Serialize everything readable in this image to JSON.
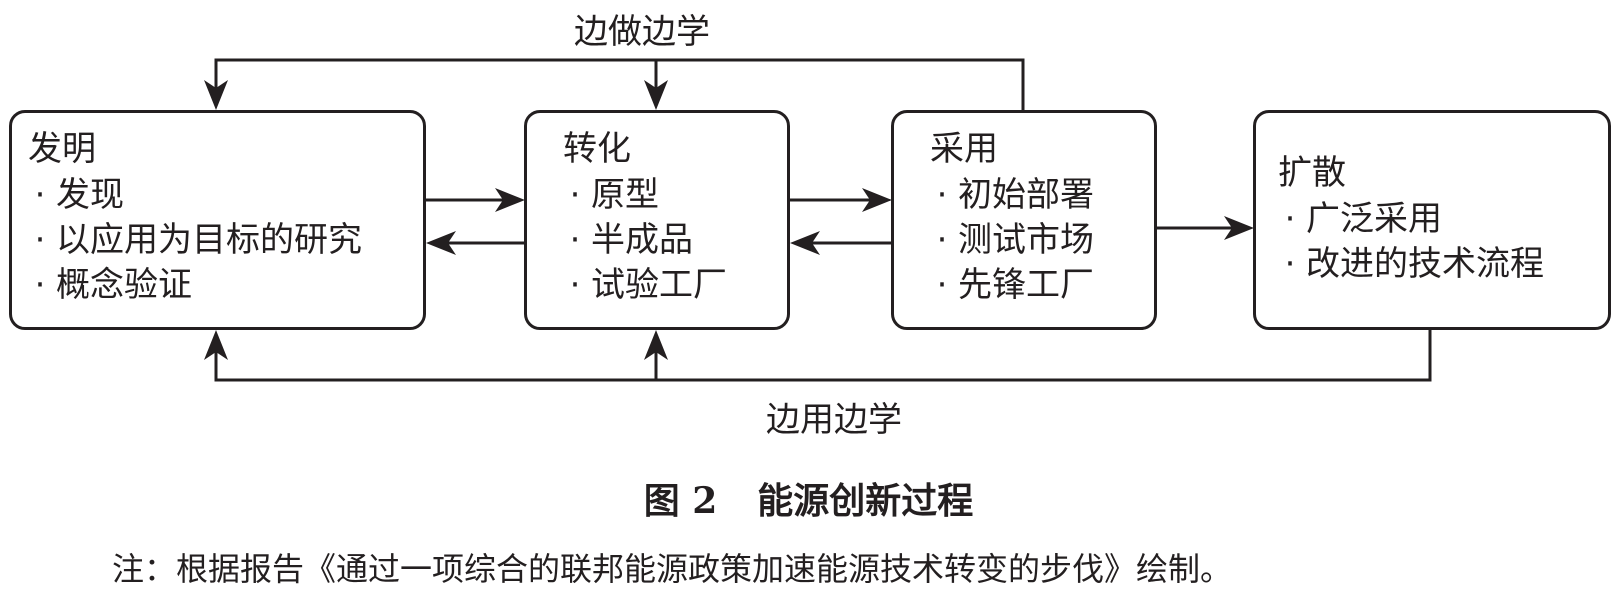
{
  "feedback": {
    "top_label": "边做边学",
    "bottom_label": "边用边学"
  },
  "boxes": [
    {
      "title": "发明",
      "items": [
        "发现",
        "以应用为目标的研究",
        "概念验证"
      ]
    },
    {
      "title": "转化",
      "items": [
        "原型",
        "半成品",
        "试验工厂"
      ]
    },
    {
      "title": "采用",
      "items": [
        "初始部署",
        "测试市场",
        "先锋工厂"
      ]
    },
    {
      "title": "扩散",
      "items": [
        "广泛采用",
        "改进的技术流程"
      ]
    }
  ],
  "bullet": "·",
  "caption": {
    "figure_number": "图 2",
    "title": "能源创新过程"
  },
  "note": "注：根据报告《通过一项综合的联邦能源政策加速能源技术转变的步伐》绘制。",
  "colors": {
    "stroke": "#231f20",
    "background": "#ffffff"
  }
}
